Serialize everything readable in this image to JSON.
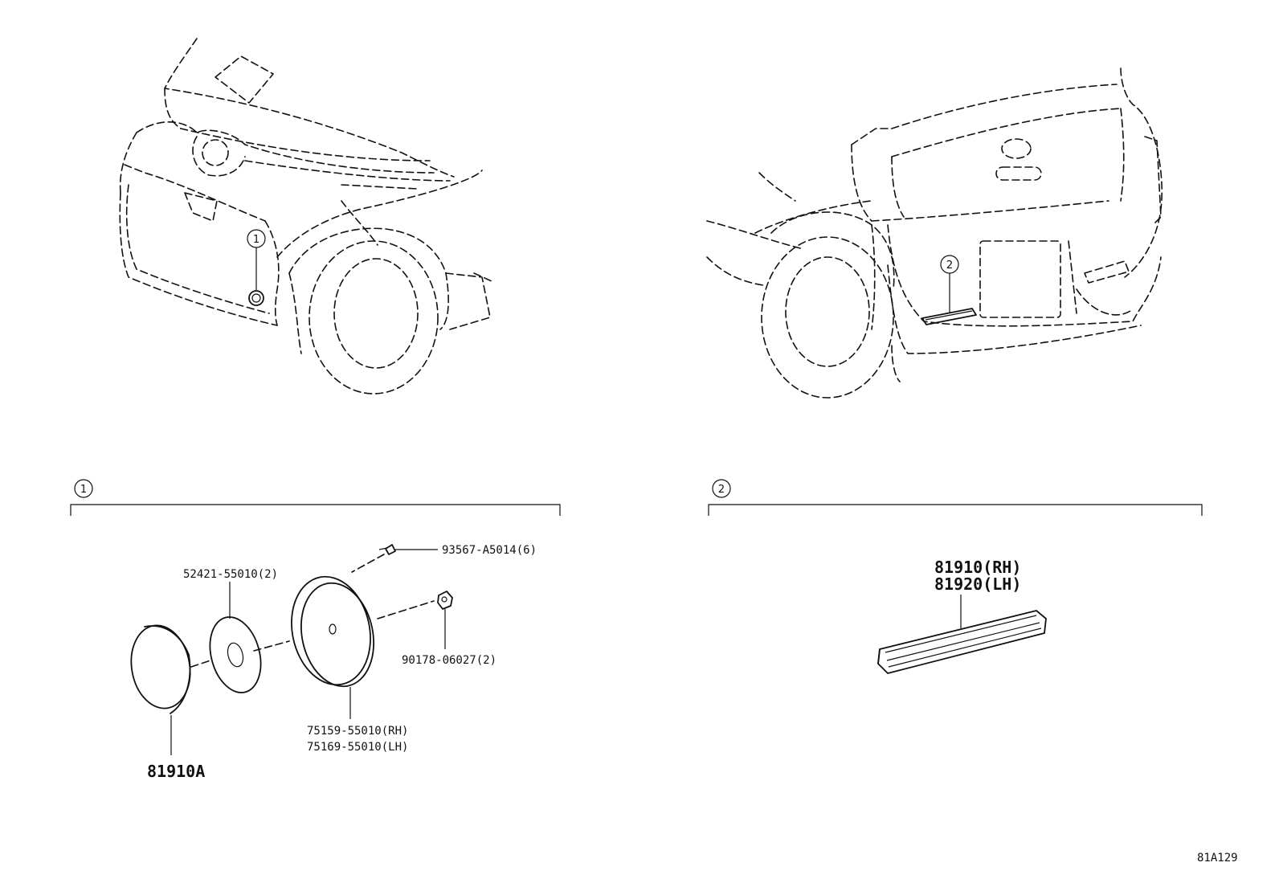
{
  "callouts": {
    "front": "1",
    "rear": "2"
  },
  "section1": {
    "number": "1",
    "parts": {
      "bolt": "93567-A5014(6)",
      "retainer": "52421-55010(2)",
      "nut": "90178-06027(2)",
      "bracket_rh": "75159-55010(RH)",
      "bracket_lh": "75169-55010(LH)",
      "reflector": "81910A"
    }
  },
  "section2": {
    "number": "2",
    "parts": {
      "reflector_rh": "81910(RH)",
      "reflector_lh": "81920(LH)"
    }
  },
  "diagram_code": "81A129"
}
